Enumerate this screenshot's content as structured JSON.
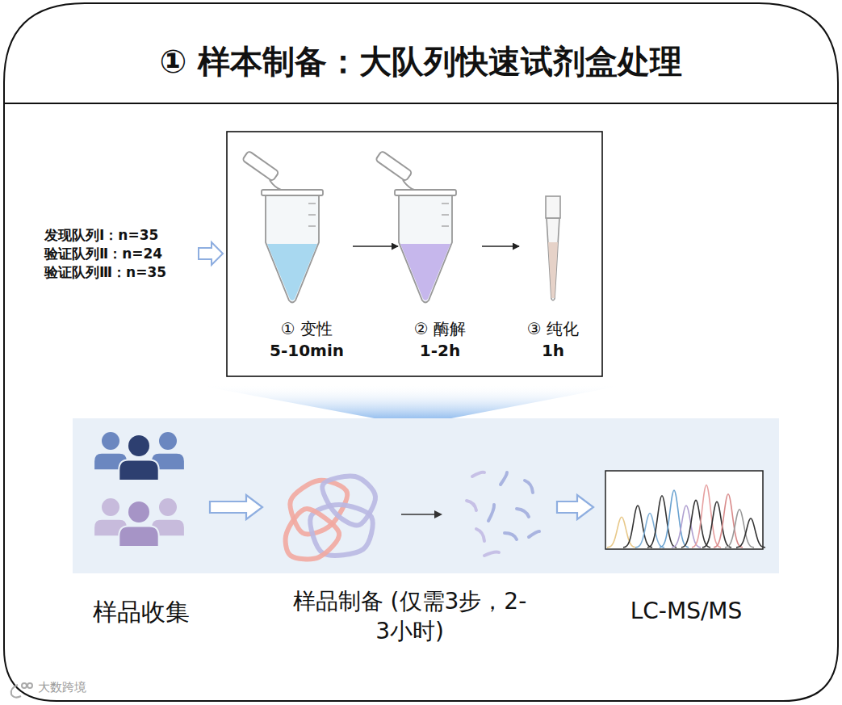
{
  "diagram": {
    "title": "① 样本制备：大队列快速试剂盒处理",
    "nodes": [
      {
        "text": [
          "① 变性",
          "5-10min"
        ]
      },
      {
        "text": [
          "② 酶解",
          "1-2h"
        ]
      },
      {
        "text": [
          "③ 纯化",
          "1h"
        ]
      },
      {
        "text": [
          "样品收集"
        ]
      },
      {
        "text": [
          "样品制备 (仅需3步，2-3小时)"
        ]
      },
      {
        "text": [
          "LC-MS/MS"
        ]
      }
    ],
    "edges": [
      {
        "from": 0,
        "to": 1,
        "arrow": "to"
      },
      {
        "from": 1,
        "to": 2,
        "arrow": "to"
      },
      {
        "from": 3,
        "to": 4,
        "arrow": "to"
      },
      {
        "from": 4,
        "to": 5,
        "arrow": "to"
      }
    ],
    "labels": [
      "发现队列Ⅰ：n=35",
      "验证队列Ⅱ：n=24",
      "验证队列Ⅲ：n=35",
      "大数跨境"
    ]
  }
}
